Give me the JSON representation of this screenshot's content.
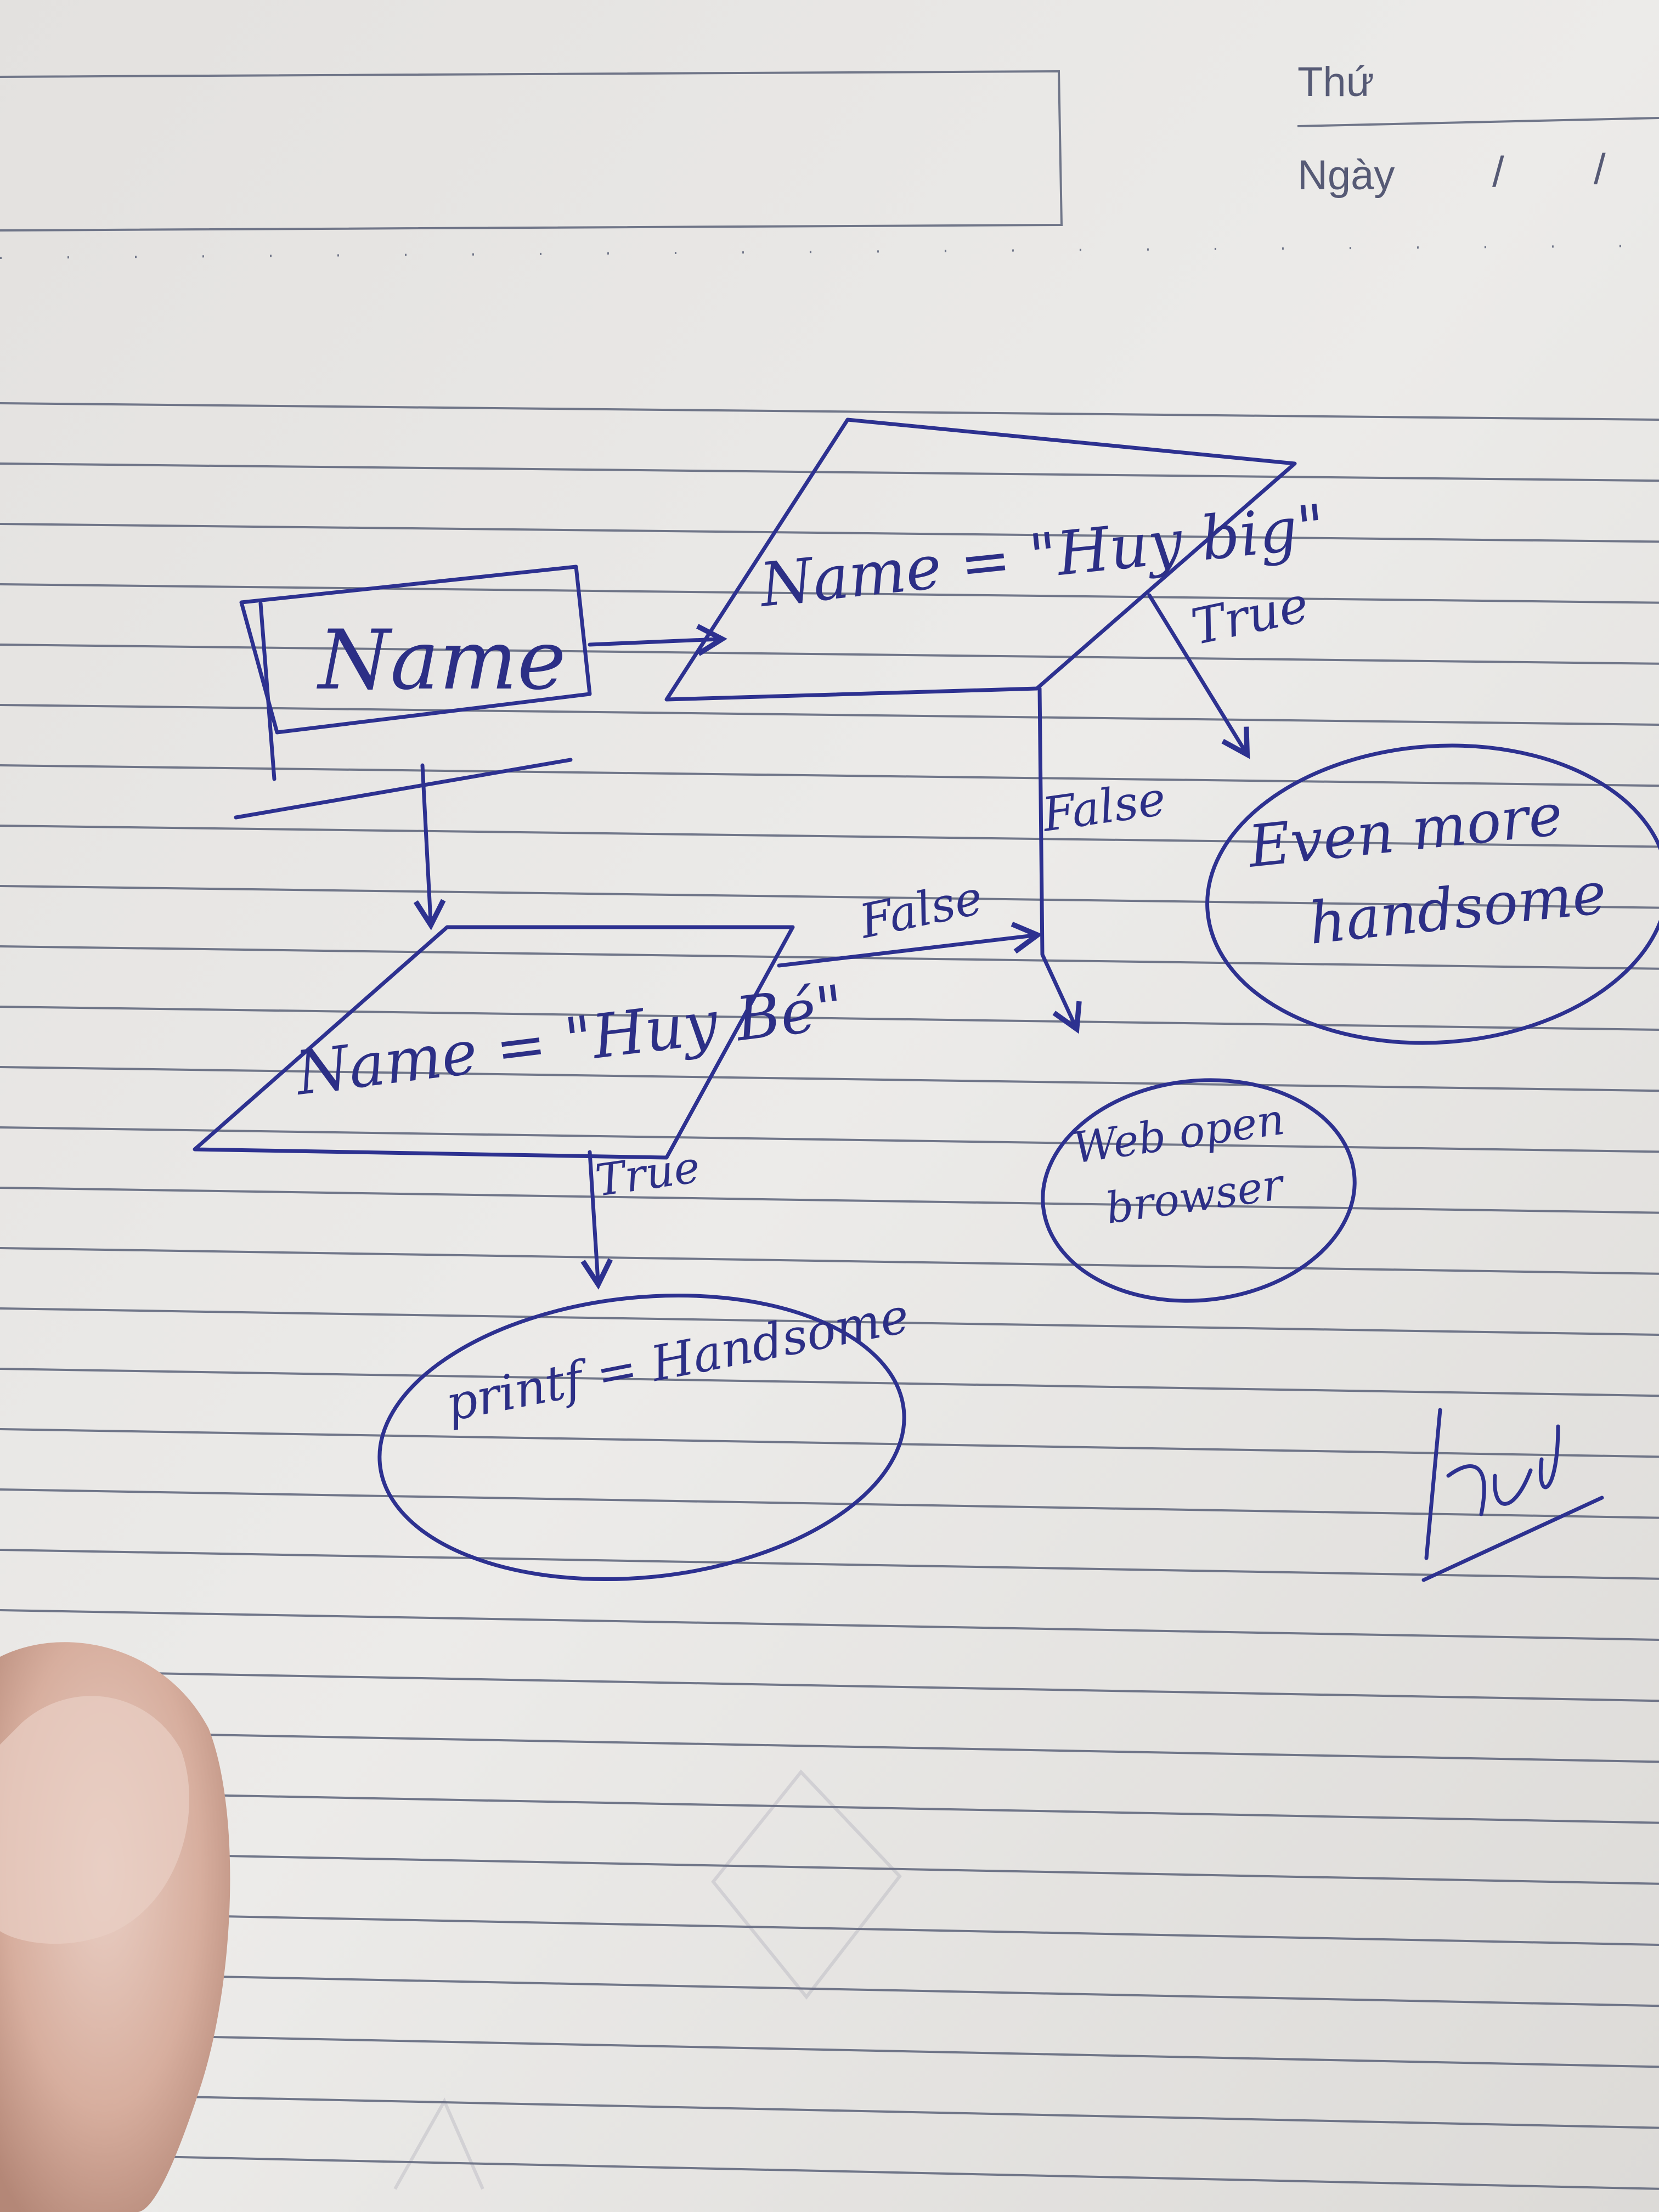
{
  "header": {
    "day_label": "Thứ",
    "date_label": "Ngày",
    "date_separators": [
      "/",
      "/"
    ]
  },
  "diagram": {
    "nodes": {
      "input": {
        "label": "Name",
        "shape": "rectangle"
      },
      "decision_big": {
        "label": "Name = \"Huy big\"",
        "shape": "parallelogram"
      },
      "decision_be": {
        "label": "Name = \"Huy Bé\"",
        "shape": "parallelogram"
      },
      "out_even_more": {
        "line1": "Even more",
        "line2": "handsome",
        "shape": "ellipse"
      },
      "out_web": {
        "line1": "Web open",
        "line2": "browser",
        "shape": "ellipse"
      },
      "out_printf": {
        "label": "printf = Handsome",
        "shape": "ellipse"
      }
    },
    "edges": {
      "input_to_big": "",
      "input_to_be": "",
      "big_true": "True",
      "big_false": "False",
      "be_true": "True",
      "be_false": "False"
    }
  },
  "signature": {
    "text": "Huy"
  },
  "colors": {
    "paper": "#e9e8e6",
    "ink": "#2d3190",
    "rule_line": "#5b6178",
    "header_text": "#565a75",
    "skin": "#d8b3a3"
  }
}
